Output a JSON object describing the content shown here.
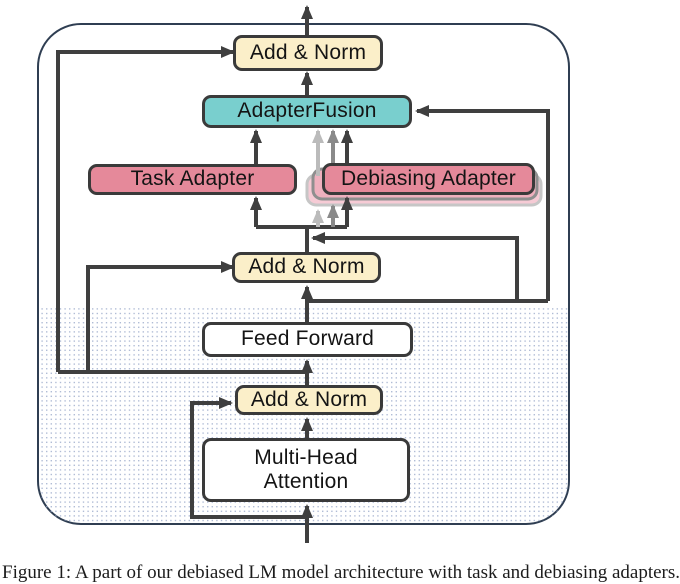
{
  "diagram": {
    "boxes": {
      "add_norm_top": {
        "label": "Add & Norm"
      },
      "adapter_fusion": {
        "label": "AdapterFusion"
      },
      "task_adapter": {
        "label": "Task Adapter"
      },
      "debiasing_adapter": {
        "label": "Debiasing Adapter"
      },
      "add_norm_mid": {
        "label": "Add & Norm"
      },
      "feed_forward": {
        "label": "Feed Forward"
      },
      "add_norm_bottom": {
        "label": "Add & Norm"
      },
      "multi_head_attention": {
        "label": "Multi-Head Attention"
      }
    },
    "colors": {
      "box_border": "#3A3A3A",
      "add_norm_fill": "#FBEFC9",
      "adapter_fusion_fill": "#79CFCE",
      "adapter_fill": "#E5899A",
      "ghost_fill_back": "#F6CBD5",
      "ghost_fill_mid": "#EFB0BE",
      "arrow_dark": "#3F3F3F",
      "arrow_mid": "#8A8A8A",
      "arrow_light": "#BBBBBB",
      "container_border": "#2F3E52",
      "dot_pattern": "#96A5C8"
    },
    "caption": "Figure 1: A part of our debiased LM model architecture with task and debiasing adapters."
  }
}
